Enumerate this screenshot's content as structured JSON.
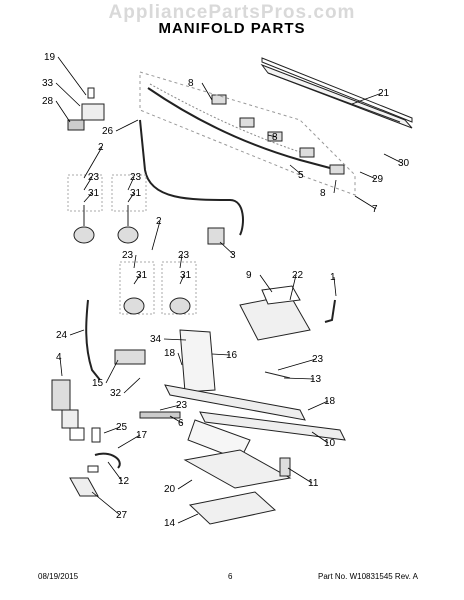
{
  "watermark": "AppliancePartsPros.com",
  "title": "MANIFOLD PARTS",
  "footer": {
    "date": "08/19/2015",
    "page": "6",
    "part_rev": "Part No. W10831545  Rev. A"
  },
  "callouts": [
    "19",
    "33",
    "28",
    "26",
    "8",
    "21",
    "8",
    "30",
    "5",
    "29",
    "8",
    "7",
    "2",
    "23",
    "31",
    "23",
    "31",
    "3",
    "2",
    "23",
    "31",
    "23",
    "31",
    "9",
    "22",
    "1",
    "24",
    "34",
    "16",
    "4",
    "18",
    "23",
    "13",
    "15",
    "32",
    "23",
    "18",
    "6",
    "25",
    "17",
    "10",
    "12",
    "11",
    "20",
    "27",
    "14"
  ]
}
